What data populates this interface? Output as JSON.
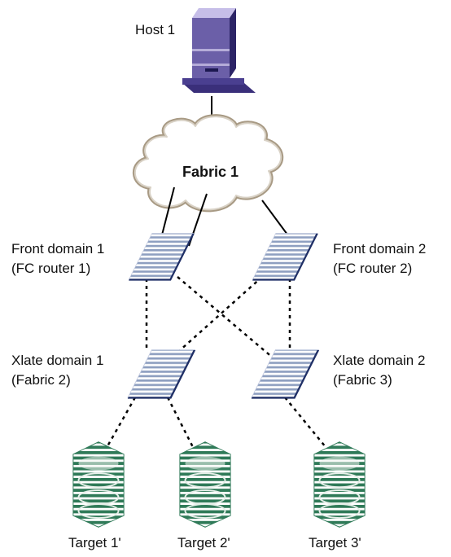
{
  "labels": {
    "host": "Host 1",
    "fabric": "Fabric 1",
    "front_domain_1": [
      "Front domain 1",
      "(FC router 1)"
    ],
    "front_domain_2": [
      "Front domain 2",
      "(FC router 2)"
    ],
    "xlate_domain_1": [
      "Xlate domain 1",
      "(Fabric 2)"
    ],
    "xlate_domain_2": [
      "Xlate domain 2",
      "(Fabric 3)"
    ],
    "target_1": "Target 1'",
    "target_2": "Target 2'",
    "target_3": "Target 3'"
  },
  "colors": {
    "host": "#6b5fa8",
    "cloud_fill": "#ffffff",
    "cloud_edge": "#a89a84",
    "switch_stripe": "#8e9fc0",
    "switch_edge": "#1f2f66",
    "target_stripe": "#2f7a58",
    "line": "#000000"
  }
}
